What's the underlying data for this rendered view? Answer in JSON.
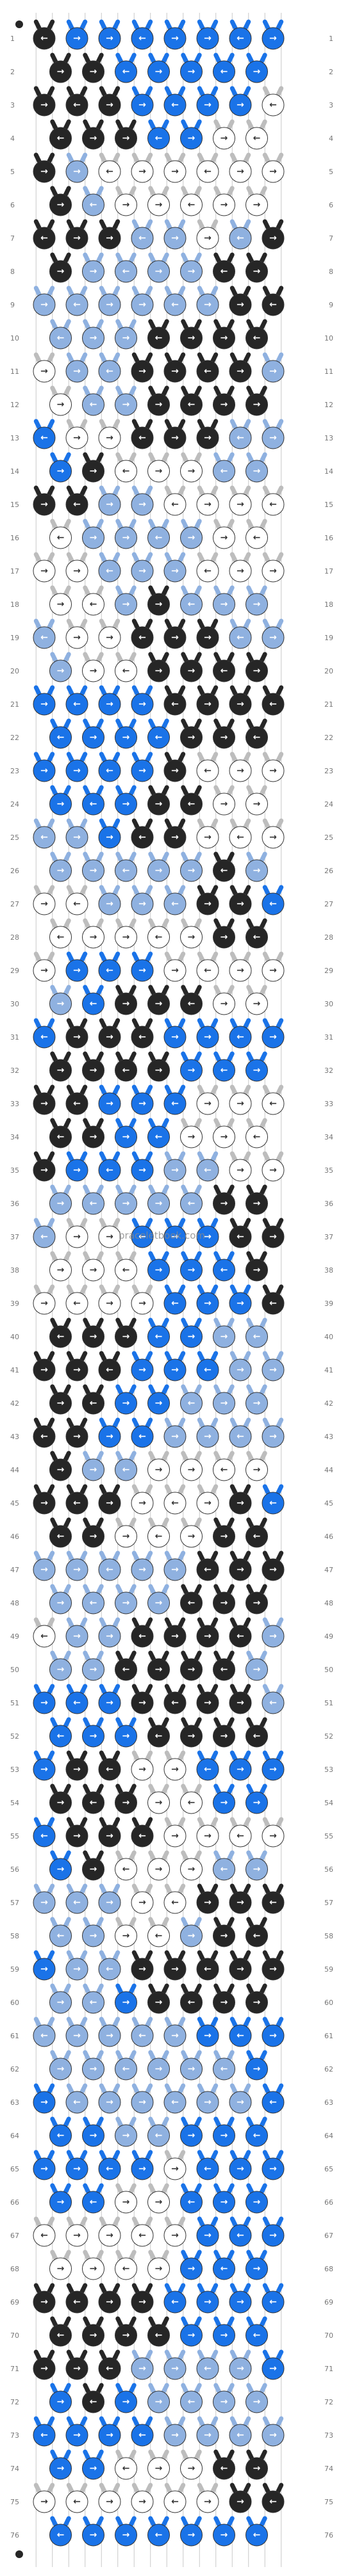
{
  "pattern": {
    "watermark": "braceletbook.com",
    "row_count": 76,
    "knots_per_even_row": 8,
    "knots_per_odd_row": 7,
    "string_colors": [
      "#262626",
      "#262626",
      "#1a73e8",
      "#1a73e8",
      "#8fb1e0",
      "#8fb1e0",
      "#ffffff",
      "#ffffff",
      "#262626",
      "#1a73e8",
      "#8fb1e0",
      "#ffffff",
      "#1a73e8",
      "#8fb1e0",
      "#262626",
      "#ffffff"
    ],
    "knot_colors": [
      "#262626",
      "#1a73e8",
      "#8fb1e0",
      "#ffffff"
    ],
    "arrow_glyphs": {
      "f": "→",
      "b": "←",
      "fb": "↗",
      "bf": "↖"
    },
    "rows": [
      "KBBBBBBB",
      "KKBBBBB",
      "KKKBBBBW",
      "KKKBBWW",
      "KLWWWWWW",
      "KLWWWWW",
      "KKKLLWLK",
      "KLLLLKK",
      "LLLLLLKK",
      "LLLKKKK",
      "WLLKKKKL",
      "WLLKKKK",
      "BWWKKKLL",
      "BKWWWLL",
      "KKLLWWWW",
      "WLLLLWW",
      "WWLLLWWW",
      "WWLKLLL",
      "LWWKKKLL",
      "LWWKKKK",
      "BBBBKKKK",
      "BBBBKKK",
      "BBBBKWWW",
      "BBBKKWW",
      "LLBKKWWW",
      "LLLLLKL",
      "WWLLLKKB",
      "WWWWWKK",
      "WBBBWWWW",
      "LBKKKWW",
      "BKKKBBBB",
      "KKKKBBB",
      "KKBBBWWW",
      "KKBBWWW",
      "KBBBLLWW",
      "LLLLLKK",
      "LWWBBBKK",
      "WWWBBBK",
      "WWWWBBBK",
      "KKKBBLL",
      "KKKBBBLL",
      "KKBBLLL",
      "KKBBLLLL",
      "KLLWWWW",
      "KKKWWWKB",
      "KKWWWKK",
      "LLLLLKKK",
      "LLLLKKK",
      "WLLKKKKL",
      "LLKKKKL",
      "BBBKKKKL",
      "BBBKKKK",
      "BKKWWBBB",
      "KKKWWBB",
      "BKKKWWWW",
      "BKWWWLL",
      "LLLWWKKK",
      "LLWWLKK",
      "BLLKKKKK",
      "LLBKKKK",
      "LLLLLBBB",
      "LLLLLLB",
      "BLLLLLLB",
      "BBLLBBB",
      "BBBBWBBB",
      "BBWWBBB",
      "WWWWWBBB",
      "WWWWBBB",
      "KKKKBBBB",
      "KKKKBBB",
      "KKKLLLLB",
      "BKBLLLL",
      "BBBBLLLL",
      "BBWWWKK",
      "WWWWWWKK",
      "BBBBBBB"
    ]
  }
}
